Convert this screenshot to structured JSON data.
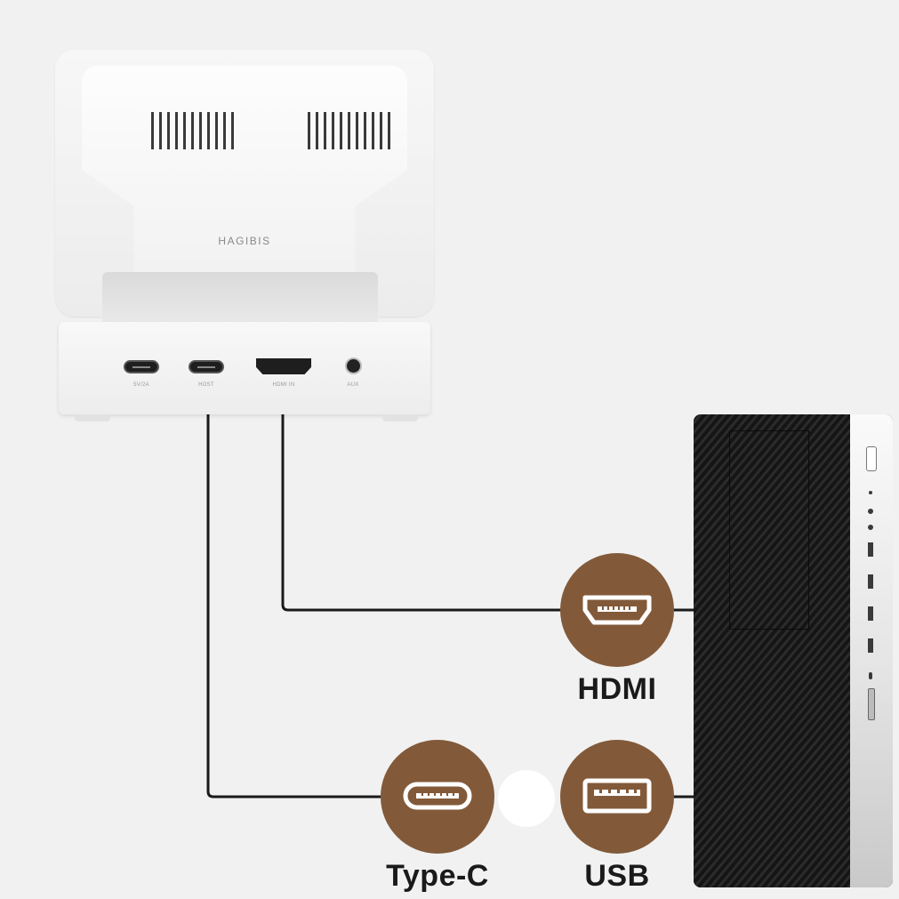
{
  "brand": "HAGIBIS",
  "dock_ports": [
    {
      "kind": "usbc",
      "label": "5V/2A"
    },
    {
      "kind": "usbc",
      "label": "HOST"
    },
    {
      "kind": "hdmi",
      "label": "HDMI IN"
    },
    {
      "kind": "aux",
      "label": "AUX"
    }
  ],
  "connectors": {
    "hdmi": "HDMI",
    "typec": "Type-C",
    "usb": "USB"
  },
  "colors": {
    "connector_fill": "#825a3a",
    "cable": "#1a1a1a",
    "background": "#f1f1f1"
  },
  "icons": [
    "hdmi-port-icon",
    "type-c-port-icon",
    "usb-port-icon"
  ]
}
